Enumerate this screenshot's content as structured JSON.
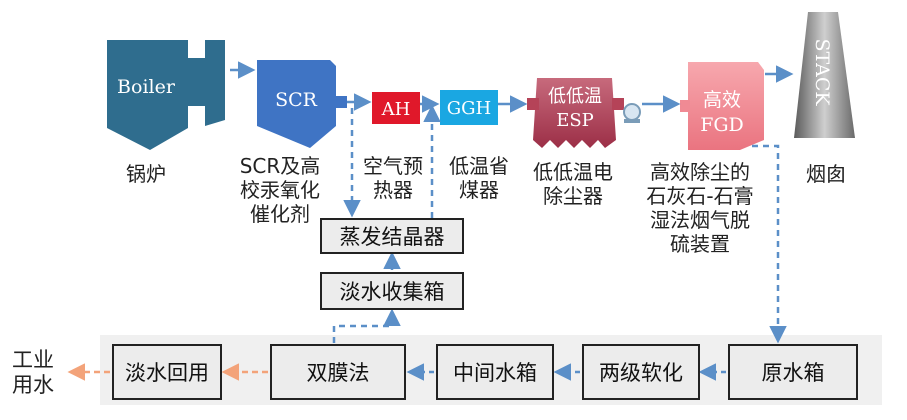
{
  "equipment": {
    "boiler": {
      "inner": "Boiler",
      "label": "锅炉"
    },
    "scr": {
      "inner": "SCR",
      "label_lines": [
        "SCR及高",
        "校汞氧化",
        "催化剂"
      ]
    },
    "ah": {
      "inner": "AH",
      "label_lines": [
        "空气预",
        "热器"
      ]
    },
    "ggh": {
      "inner": "GGH",
      "label_lines": [
        "低温省",
        "煤器"
      ]
    },
    "esp": {
      "inner_lines": [
        "低低温",
        "ESP"
      ],
      "label_lines": [
        "低低温电",
        "除尘器"
      ]
    },
    "fgd": {
      "inner_lines": [
        "高效",
        "FGD"
      ],
      "label_lines": [
        "高效除尘的",
        "石灰石-石膏",
        "湿法烟气脱",
        "硫装置"
      ]
    },
    "stack": {
      "inner": "STACK",
      "label": "烟囱"
    }
  },
  "boxes": {
    "crystallizer": "蒸发结晶器",
    "freshwater_tank": "淡水收集箱",
    "raw_water_tank": "原水箱",
    "two_stage_softening": "两级软化",
    "intermediate_tank": "中间水箱",
    "double_membrane": "双膜法",
    "freshwater_reuse": "淡水回用"
  },
  "output": {
    "label_lines": [
      "工业",
      "用水"
    ]
  },
  "colors": {
    "arrow": "#5b8fc8",
    "orange_arrow": "#f3a37a",
    "boiler": "#2f6d8e",
    "scr": "#3f74c4",
    "ah": "#e0182a",
    "ggh": "#1aa7e2",
    "esp": "#b54358",
    "fgd": "#f08a94",
    "stack": "#8b8b8b"
  }
}
